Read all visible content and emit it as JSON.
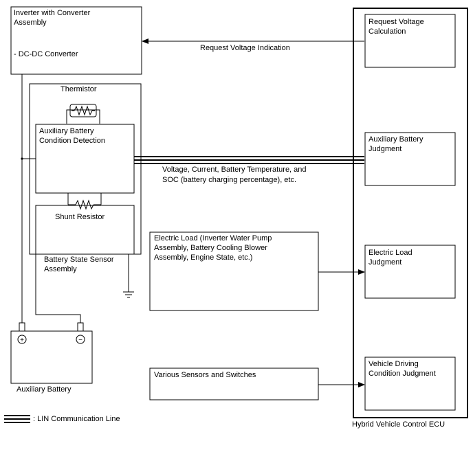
{
  "blocks": {
    "inverter": {
      "line1": "Inverter with Converter",
      "line2": "Assembly",
      "line3": "- DC-DC Converter"
    },
    "thermistor": {
      "label": "Thermistor"
    },
    "aux_detection": {
      "line1": "Auxiliary Battery",
      "line2": "Condition Detection"
    },
    "shunt": {
      "label": "Shunt Resistor"
    },
    "sensor_assembly": {
      "line1": "Battery State Sensor",
      "line2": "Assembly"
    },
    "aux_battery": {
      "label": "Auxiliary Battery",
      "plus": "+",
      "minus": "−"
    },
    "electric_load": {
      "line1": "Electric Load (Inverter Water Pump",
      "line2": "Assembly, Battery Cooling Blower",
      "line3": "Assembly, Engine State, etc.)"
    },
    "various_sensors": {
      "label": "Various Sensors and Switches"
    },
    "ecu": {
      "label": "Hybrid Vehicle Control ECU",
      "request_voltage": {
        "line1": "Request Voltage",
        "line2": "Calculation"
      },
      "aux_judgment": {
        "line1": "Auxiliary Battery",
        "line2": "Judgment"
      },
      "load_judgment": {
        "line1": "Electric Load",
        "line2": "Judgment"
      },
      "driving_judgment": {
        "line1": "Vehicle Driving",
        "line2": "Condition Judgment"
      }
    }
  },
  "signals": {
    "request_voltage_indication": "Request Voltage Indication",
    "lin_signal_line1": "Voltage, Current, Battery Temperature, and",
    "lin_signal_line2": "SOC (battery charging percentage), etc."
  },
  "legend": {
    "lin_label": ": LIN Communication Line"
  }
}
